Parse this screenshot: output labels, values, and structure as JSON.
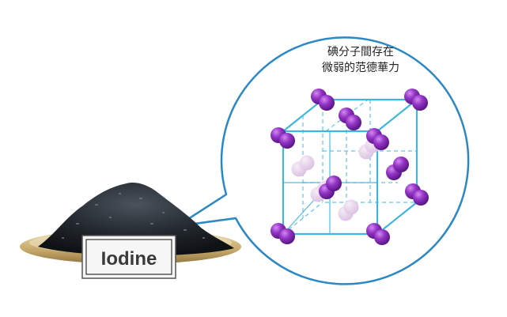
{
  "label": {
    "text": "Iodine"
  },
  "caption": {
    "line1": "碘分子間存在",
    "line2": "微弱的范德華力"
  },
  "colors": {
    "outline": "#2a88c4",
    "cube_edge": "#3fb6e0",
    "molecule": "#8a2fc0",
    "molecule_faded": "#e4cde8",
    "plate_gold": "#c6a96a",
    "crystals": "#20252b"
  },
  "icons": {
    "sample": "iodine-crystal-pile-image",
    "lattice": "iodine-molecular-lattice-diagram"
  }
}
